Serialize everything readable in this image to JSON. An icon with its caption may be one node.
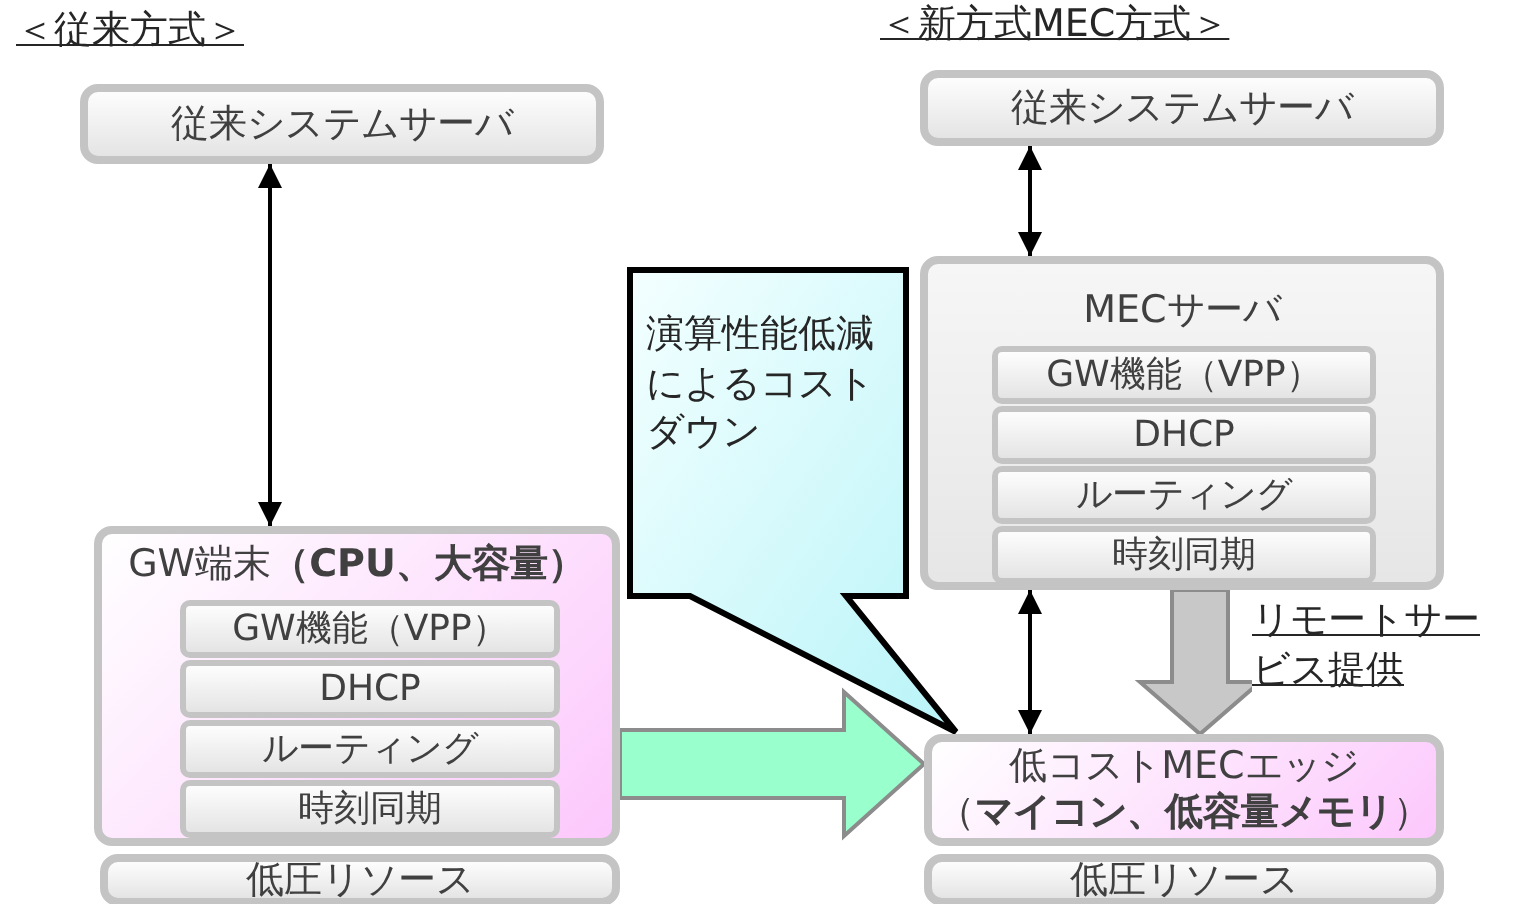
{
  "diagram": {
    "nodes": [
      {
        "text": [
          "従来システムサーバ"
        ]
      },
      {
        "text": [
          "GW端末**（CPU、大容量）**"
        ]
      },
      {
        "text": [
          "GW機能（VPP）"
        ],
        "in": 1
      },
      {
        "text": [
          "DHCP"
        ],
        "in": 1
      },
      {
        "text": [
          "ルーティング"
        ],
        "in": 1
      },
      {
        "text": [
          "時刻同期"
        ],
        "in": 1
      },
      {
        "text": [
          "低圧リソース"
        ]
      },
      {
        "text": [
          "演算性能低減によるコストダウン"
        ]
      },
      {
        "text": [
          "従来システムサーバ"
        ]
      },
      {
        "text": [
          "MECサーバ"
        ]
      },
      {
        "text": [
          "GW機能（VPP）"
        ],
        "in": 9
      },
      {
        "text": [
          "DHCP"
        ],
        "in": 9
      },
      {
        "text": [
          "ルーティング"
        ],
        "in": 9
      },
      {
        "text": [
          "時刻同期"
        ],
        "in": 9
      },
      {
        "text": [
          "低コストMECエッジ",
          "（**マイコン、低容量メモリ**）"
        ]
      },
      {
        "text": [
          "低圧リソース"
        ]
      }
    ],
    "edges": [
      {
        "from": 0,
        "to": 1,
        "arrow": "both"
      },
      {
        "from": 8,
        "to": 9,
        "arrow": "both"
      },
      {
        "from": 9,
        "to": 14,
        "arrow": "both"
      },
      {
        "from": 9,
        "to": 14,
        "arrow": "to",
        "label": "リモートサービス提供",
        "style": "thick",
        "color": "#c8c8c8"
      },
      {
        "from": 1,
        "to": 14,
        "arrow": "to",
        "style": "thick",
        "color": "#99ffcc"
      }
    ],
    "labels": [
      "＜従来方式＞",
      "＜新方式MEC方式＞"
    ]
  }
}
